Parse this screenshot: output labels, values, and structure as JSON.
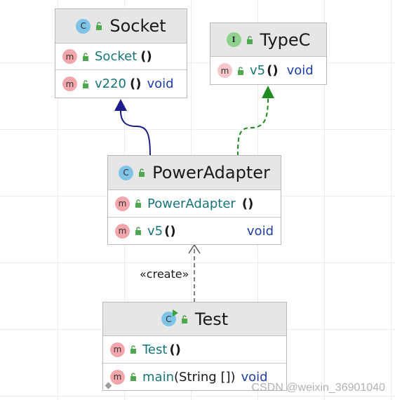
{
  "diagram": {
    "classes": [
      {
        "id": "socket",
        "badge": "C",
        "title": "Socket",
        "methods": [
          {
            "name": "Socket",
            "paren": "()",
            "params": "",
            "return": ""
          },
          {
            "name": "v220",
            "paren": "()",
            "params": "",
            "return": "void"
          }
        ]
      },
      {
        "id": "typec",
        "badge": "I",
        "title": "TypeC",
        "methods": [
          {
            "name": "v5",
            "paren": "()",
            "params": "",
            "return": "void"
          }
        ]
      },
      {
        "id": "poweradapter",
        "badge": "C",
        "title": "PowerAdapter",
        "methods": [
          {
            "name": "PowerAdapter",
            "paren": "()",
            "params": "",
            "return": ""
          },
          {
            "name": "v5",
            "paren": "()",
            "params": "",
            "return": "void"
          }
        ]
      },
      {
        "id": "test",
        "badge": "C",
        "title": "Test",
        "methods": [
          {
            "name": "Test",
            "paren": "()",
            "params": "",
            "return": ""
          },
          {
            "name": "main",
            "paren": "",
            "params": "(String [])",
            "return": "void"
          }
        ]
      }
    ],
    "method_badge": "m",
    "relations": [
      {
        "from": "PowerAdapter",
        "to": "Socket",
        "kind": "extends",
        "color": "#1c1c8c"
      },
      {
        "from": "PowerAdapter",
        "to": "TypeC",
        "kind": "implements",
        "color": "#1f8c1f"
      },
      {
        "from": "Test",
        "to": "PowerAdapter",
        "kind": "dependency",
        "label": "«create»",
        "color": "#5a5a5a"
      }
    ],
    "icons": {
      "class_badge": "class-icon",
      "interface_badge": "interface-icon",
      "method_badge": "method-icon",
      "visibility": "public-lock-icon",
      "runnable": "run-triangle-icon"
    },
    "colors": {
      "method_name": "#17757a",
      "return_type": "#1f3ea8",
      "lock": "#4fa84f"
    }
  },
  "watermark": "CSDN @weixin_36901040"
}
